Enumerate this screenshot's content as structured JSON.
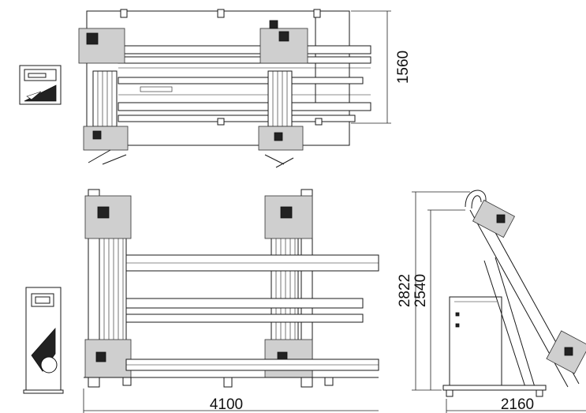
{
  "dimensions": {
    "top_view_depth": "1560",
    "front_view_width": "4100",
    "side_view_height_total": "2822",
    "side_view_height_frame": "2540",
    "side_view_depth": "2160"
  },
  "colors": {
    "line": "#1a1a1a",
    "background": "#ffffff"
  },
  "icons": {
    "control_panel_top": "control-panel-icon",
    "control_cabinet_front": "control-cabinet-icon"
  }
}
